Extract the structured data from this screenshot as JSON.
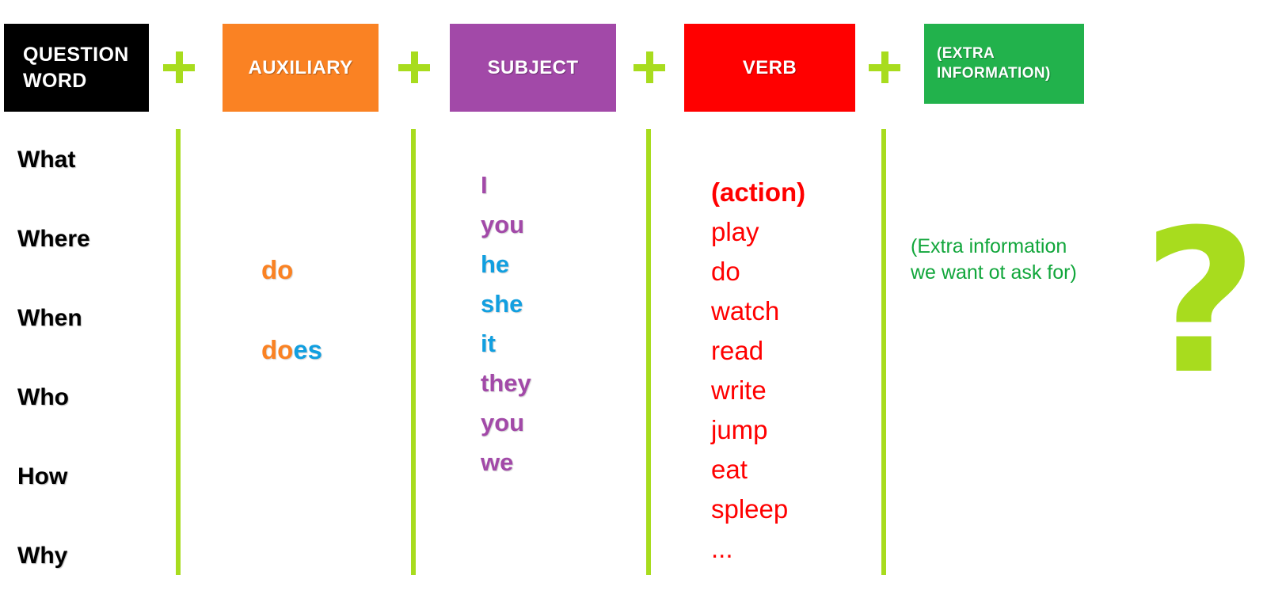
{
  "colors": {
    "question_word": "#000000",
    "auxiliary": "#FA8223",
    "subject": "#A249A8",
    "verb": "#FF0000",
    "extra": "#22B24C",
    "accent_lime": "#A8DC1E",
    "blue": "#119FE0",
    "green_text": "#11A63B"
  },
  "headers": {
    "question_word": "QUESTION WORD",
    "auxiliary": "AUXILIARY",
    "subject": "SUBJECT",
    "verb": "VERB",
    "extra": "(EXTRA INFORMATION)"
  },
  "connectors": {
    "plus": "+",
    "count": 4
  },
  "question_words": [
    "What",
    "Where",
    "When",
    "Who",
    "How",
    "Why"
  ],
  "auxiliaries": [
    {
      "text": "do",
      "stem": "do",
      "suffix": ""
    },
    {
      "text": "does",
      "stem": "do",
      "suffix": "es"
    }
  ],
  "subjects": [
    {
      "text": "I",
      "color": "purple"
    },
    {
      "text": "you",
      "color": "purple"
    },
    {
      "text": "he",
      "color": "blue"
    },
    {
      "text": "she",
      "color": "blue"
    },
    {
      "text": "it",
      "color": "blue"
    },
    {
      "text": "they",
      "color": "purple"
    },
    {
      "text": "you",
      "color": "purple"
    },
    {
      "text": "we",
      "color": "purple"
    }
  ],
  "verbs": [
    {
      "text": "(action)",
      "bold": true
    },
    {
      "text": "play",
      "bold": false
    },
    {
      "text": "do",
      "bold": false
    },
    {
      "text": "watch",
      "bold": false
    },
    {
      "text": "read",
      "bold": false
    },
    {
      "text": "write",
      "bold": false
    },
    {
      "text": "jump",
      "bold": false
    },
    {
      "text": "eat",
      "bold": false
    },
    {
      "text": "spleep",
      "bold": false
    },
    {
      "text": "...",
      "bold": false
    }
  ],
  "extra_information": {
    "line1": "(Extra information",
    "line2": "we want ot ask for)"
  },
  "question_mark": {
    "glyph": "?"
  }
}
